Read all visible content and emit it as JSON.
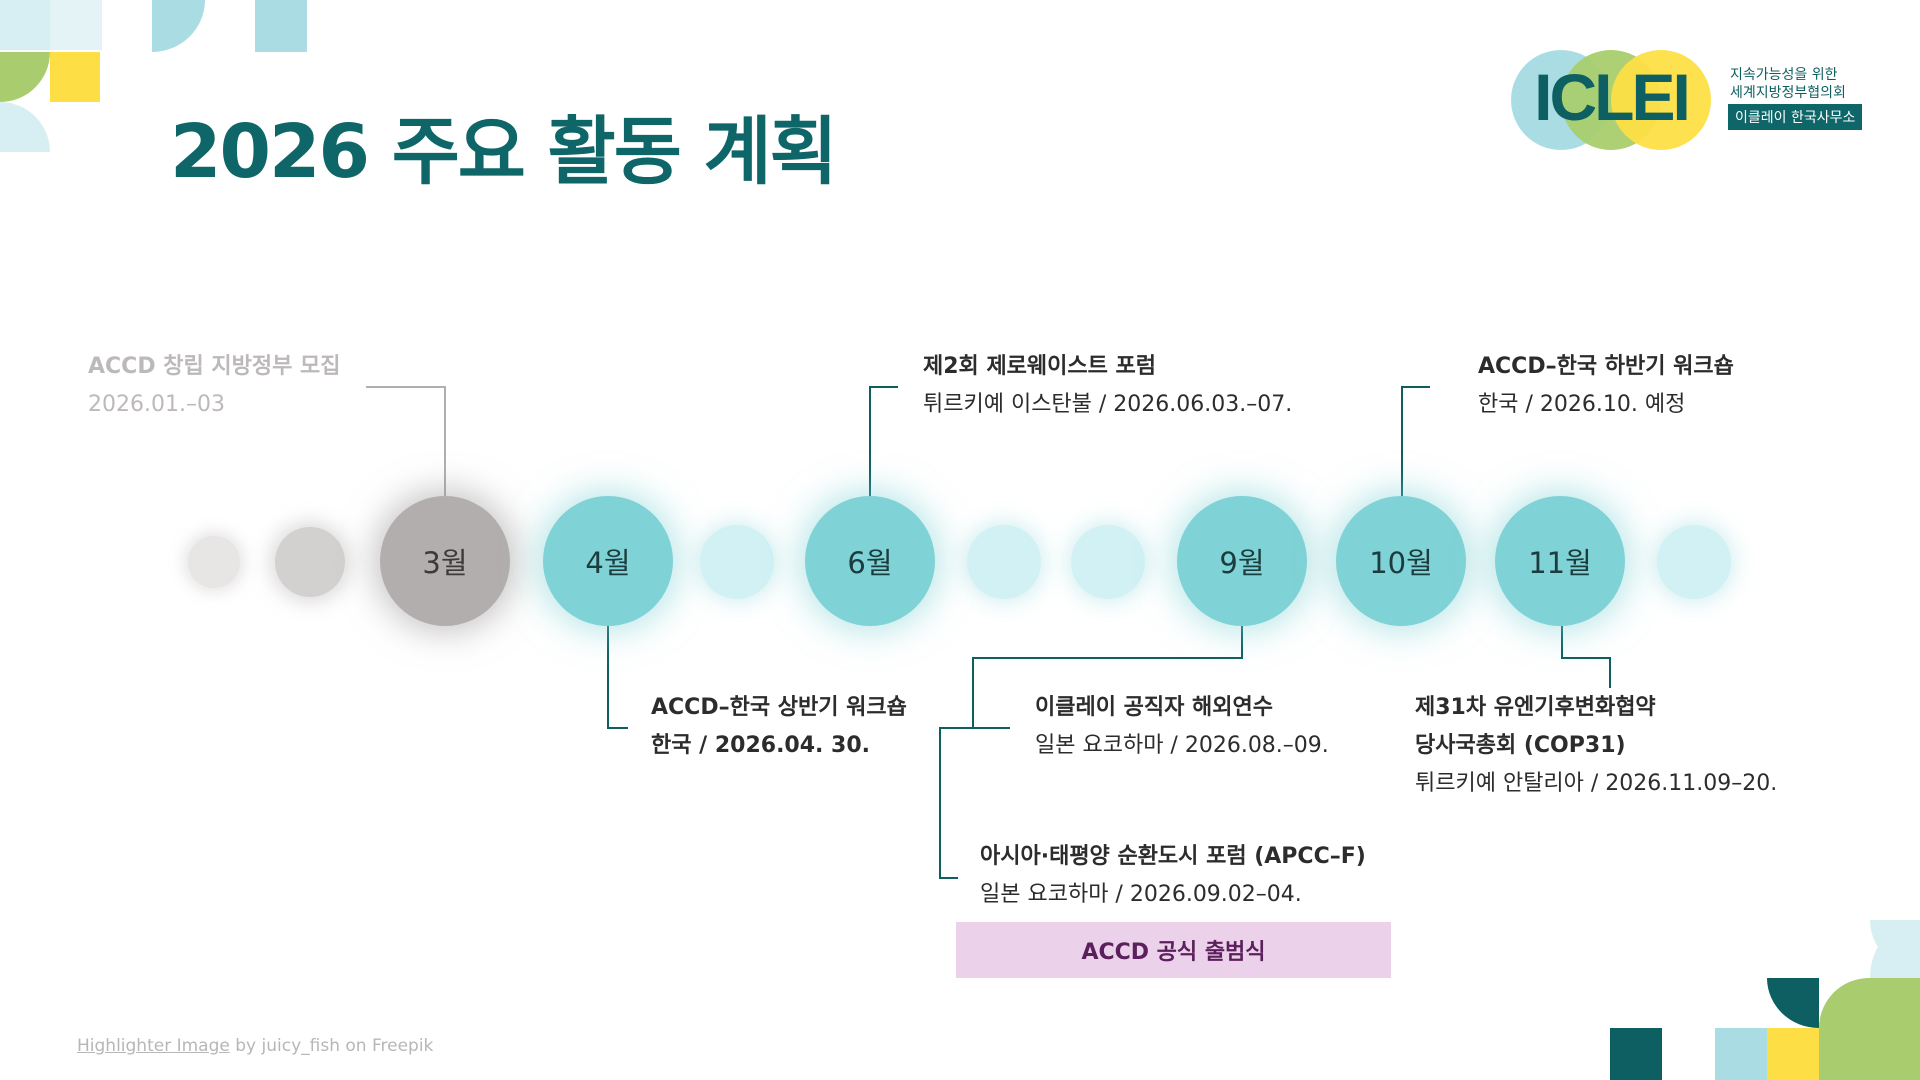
{
  "title": "2026 주요 활동 계획",
  "logo": {
    "wordmark": "ICLEI",
    "tagline_line1": "지속가능성을 위한",
    "tagline_line2": "세계지방정부협의회",
    "badge": "이클레이 한국사무소"
  },
  "timeline": {
    "months": [
      "3월",
      "4월",
      "6월",
      "9월",
      "10월",
      "11월"
    ]
  },
  "events": {
    "accd_founding": {
      "title": "ACCD 창립 지방정부 모집",
      "detail": "2026.01.–03"
    },
    "zero_waste": {
      "title": "제2회 제로웨이스트 포럼",
      "detail": "튀르키예 이스탄불 / 2026.06.03.–07."
    },
    "workshop_h2": {
      "title": "ACCD–한국 하반기 워크숍",
      "detail": "한국 / 2026.10. 예정"
    },
    "workshop_h1": {
      "title": "ACCD–한국 상반기 워크숍",
      "detail": "한국 / 2026.04. 30."
    },
    "training": {
      "title": "이클레이 공직자 해외연수",
      "detail": "일본 요코하마 / 2026.08.–09."
    },
    "apcc": {
      "title": "아시아·태평양 순환도시 포럼 (APCC–F)",
      "detail": "일본 요코하마 / 2026.09.02–04."
    },
    "cop31": {
      "title_line1": "제31차 유엔기후변화협약",
      "title_line2": "당사국총회 (COP31)",
      "detail": "튀르키예 안탈리아 / 2026.11.09–20."
    }
  },
  "highlight": "ACCD 공식 출범식",
  "credit": {
    "link": "Highlighter Image",
    "rest": " by juicy_fish on Freepik"
  },
  "colors": {
    "title": "#0e6668",
    "teal": "#7fd2d6",
    "light_teal": "#d1f1f4",
    "grey": "#b3aeae",
    "highlight_bg": "#ecd1ea",
    "highlight_text": "#5a1f5c",
    "yellow": "#fddf45",
    "green": "#a9cd6e",
    "dark_teal": "#0e5f62"
  }
}
